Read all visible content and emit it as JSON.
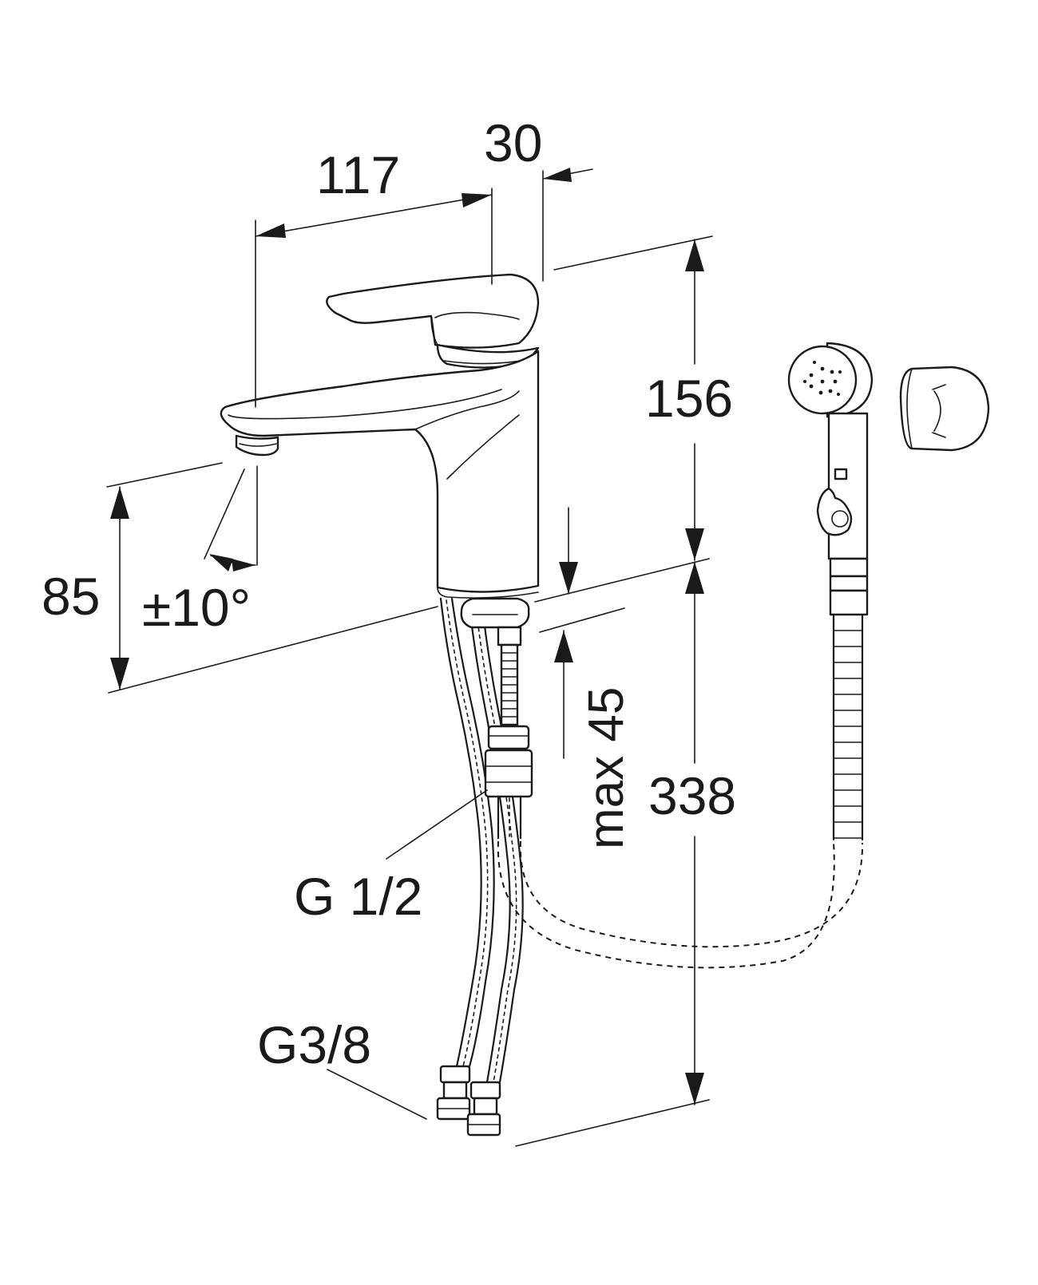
{
  "dimensions": {
    "spout_reach": "117",
    "handle_offset": "30",
    "body_height": "156",
    "spout_height": "85",
    "swivel_angle": "±10°",
    "max_deck_thickness": "max 45",
    "hose_length": "338"
  },
  "connections": {
    "shower_hose_thread": "G 1/2",
    "supply_hose_thread": "G3/8"
  }
}
